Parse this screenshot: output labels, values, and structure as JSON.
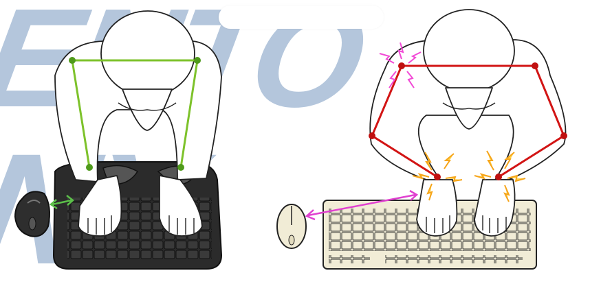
{
  "watermark": {
    "line1": "ENTO",
    "line2": "NY",
    "color": "#9fb7d3"
  },
  "panels": [
    {
      "name": "correct-posture",
      "line_color": "#7dc22b",
      "guide": "green",
      "keyboard": "ergonomic-split",
      "mouse": "dark-vertical"
    },
    {
      "name": "incorrect-posture",
      "line_color": "#d21414",
      "guide": "red",
      "keyboard": "standard-flat",
      "mouse": "light-standard",
      "strain_color": "#f24ad6",
      "pain_color": "#f6a51a"
    }
  ],
  "arrows": {
    "reach_good_color": "#5cc04a",
    "reach_bad_color": "#e040d0"
  }
}
